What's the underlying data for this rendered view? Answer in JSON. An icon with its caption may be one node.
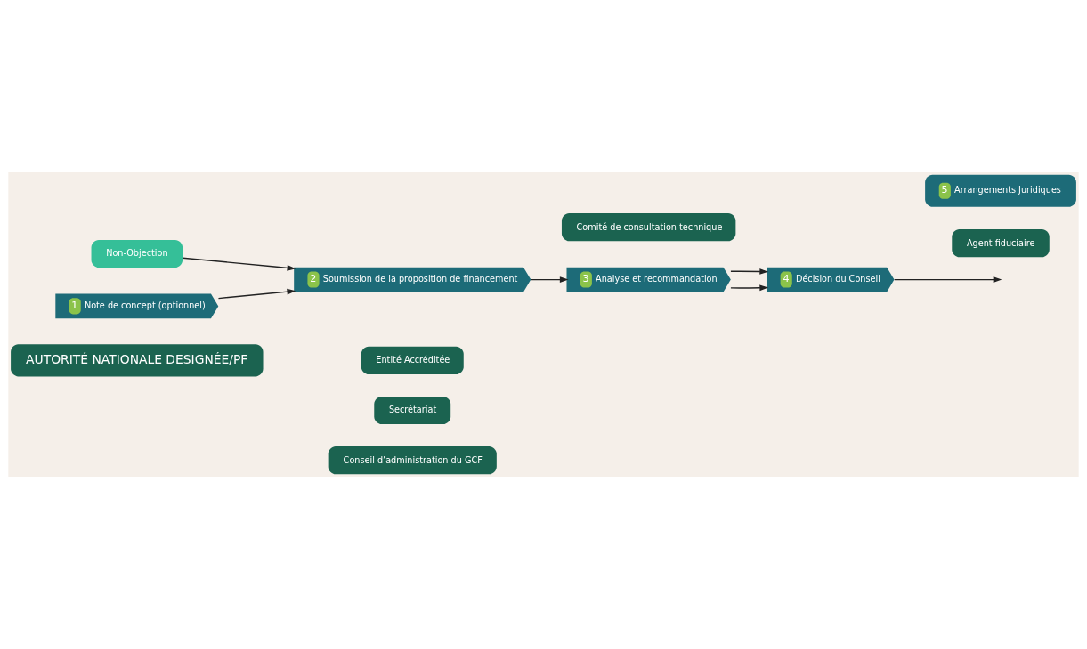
{
  "diagram": {
    "nodes": [
      {
        "text": [
          "AUTORITÉ NATIONALE DESIGNÉE/PF"
        ]
      },
      {
        "text": [
          "Entité Accréditée"
        ]
      },
      {
        "text": [
          "Secrétariat"
        ]
      },
      {
        "text": [
          "Conseil d’administration du GCF"
        ]
      },
      {
        "text": [
          "Non-Objection"
        ]
      },
      {
        "text": [
          "1",
          "Note de concept (optionnel)"
        ]
      },
      {
        "text": [
          "2",
          "Soumission de la proposition de financement"
        ]
      },
      {
        "text": [
          "3",
          "Analyse et recommandation"
        ]
      },
      {
        "text": [
          "Comité de consultation technique"
        ]
      },
      {
        "text": [
          "4",
          "Décision du Conseil"
        ]
      },
      {
        "text": [
          "Agent fiduciaire"
        ]
      },
      {
        "text": [
          "5",
          "Arrangements Juridiques"
        ]
      }
    ],
    "edges": [
      {
        "from": 5,
        "to": 6,
        "arrow": "to"
      },
      {
        "from": 4,
        "to": 6,
        "arrow": "to"
      },
      {
        "from": 6,
        "to": 7,
        "arrow": "to"
      },
      {
        "from": 7,
        "to": 9,
        "arrow": "to"
      },
      {
        "from": 7,
        "to": 9,
        "arrow": "to"
      },
      {
        "from": 9,
        "to": null,
        "arrow": "to"
      }
    ]
  }
}
